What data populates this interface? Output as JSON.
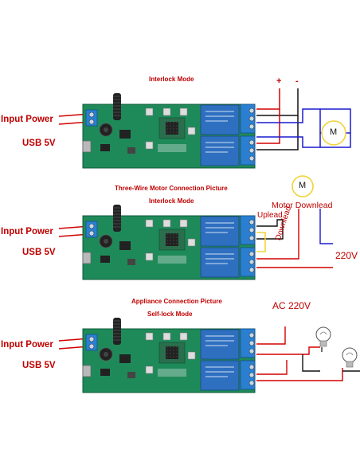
{
  "colors": {
    "label_red": "#c00000",
    "pcb_green": "#1e8a5a",
    "relay_blue": "#2f6fc0",
    "terminal_blue": "#2a7fd1",
    "wire_red": "#d40000",
    "wire_blue": "#1a1ad0",
    "wire_black": "#111111",
    "motor_yellow": "#f2d23a"
  },
  "section1": {
    "caption": "Interlock Mode",
    "input_power": "Input Power",
    "usb": "USB 5V",
    "plus": "+",
    "minus": "-",
    "motor": "M"
  },
  "section2": {
    "title": "Three-Wire Motor Connection Picture",
    "caption": "Interlock Mode",
    "input_power": "Input Power",
    "usb": "USB 5V",
    "motor": "M",
    "motor_downlead": "Motor Downlead",
    "uplead": "Uplead",
    "downlead": "Downlead",
    "voltage": "220V"
  },
  "section3": {
    "title": "Appliance Connection Picture",
    "caption": "Self-lock Mode",
    "input_power": "Input Power",
    "usb": "USB 5V",
    "voltage": "AC 220V"
  }
}
